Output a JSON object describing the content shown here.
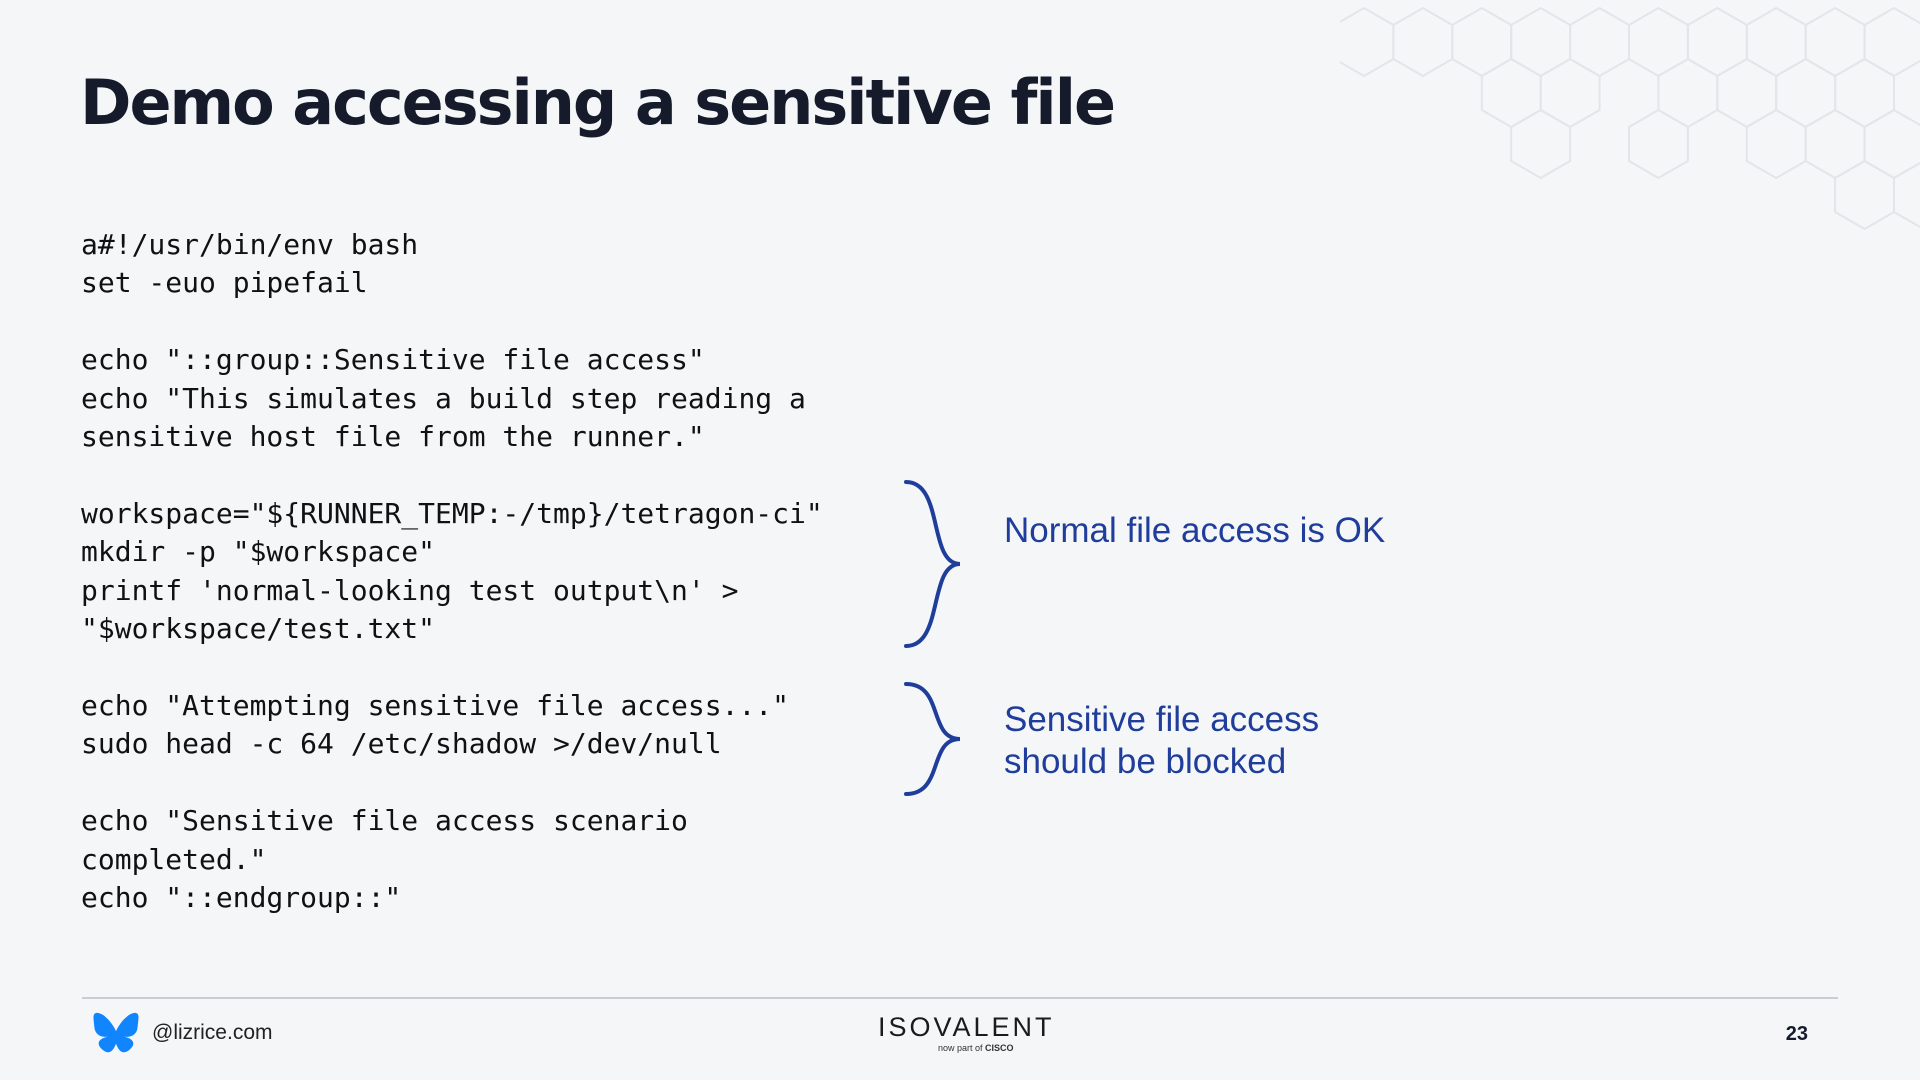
{
  "slide": {
    "title": "Demo accessing a sensitive file",
    "code_lines": [
      "a#!/usr/bin/env bash",
      "set -euo pipefail",
      "",
      "echo \"::group::Sensitive file access\"",
      "echo \"This simulates a build step reading a",
      "sensitive host file from the runner.\"",
      "",
      "workspace=\"${RUNNER_TEMP:-/tmp}/tetragon-ci\"",
      "mkdir -p \"$workspace\"",
      "printf 'normal-looking test output\\n' >",
      "\"$workspace/test.txt\"",
      "",
      "echo \"Attempting sensitive file access...\"",
      "sudo head -c 64 /etc/shadow >/dev/null",
      "",
      "echo \"Sensitive file access scenario",
      "completed.\"",
      "echo \"::endgroup::\""
    ],
    "annotations": [
      {
        "text": "Normal file access is OK",
        "icon": "curly-brace-icon"
      },
      {
        "text": "Sensitive file access\nshould be blocked",
        "icon": "curly-brace-icon"
      }
    ]
  },
  "footer": {
    "handle": "@lizrice.com",
    "handle_icon": "bluesky-butterfly-icon",
    "brand_name": "ISOVALENT",
    "brand_tagline": "now part of",
    "brand_tagline_company": "CISCO",
    "page_number": "23"
  },
  "colors": {
    "background": "#f5f6f8",
    "title": "#151b2b",
    "code_text": "#111111",
    "annotation": "#1f3d9b",
    "bluesky_logo": "#1185fe",
    "hexagon_pattern": "#e3e5e9",
    "footer_rule": "#c9ccd3"
  }
}
